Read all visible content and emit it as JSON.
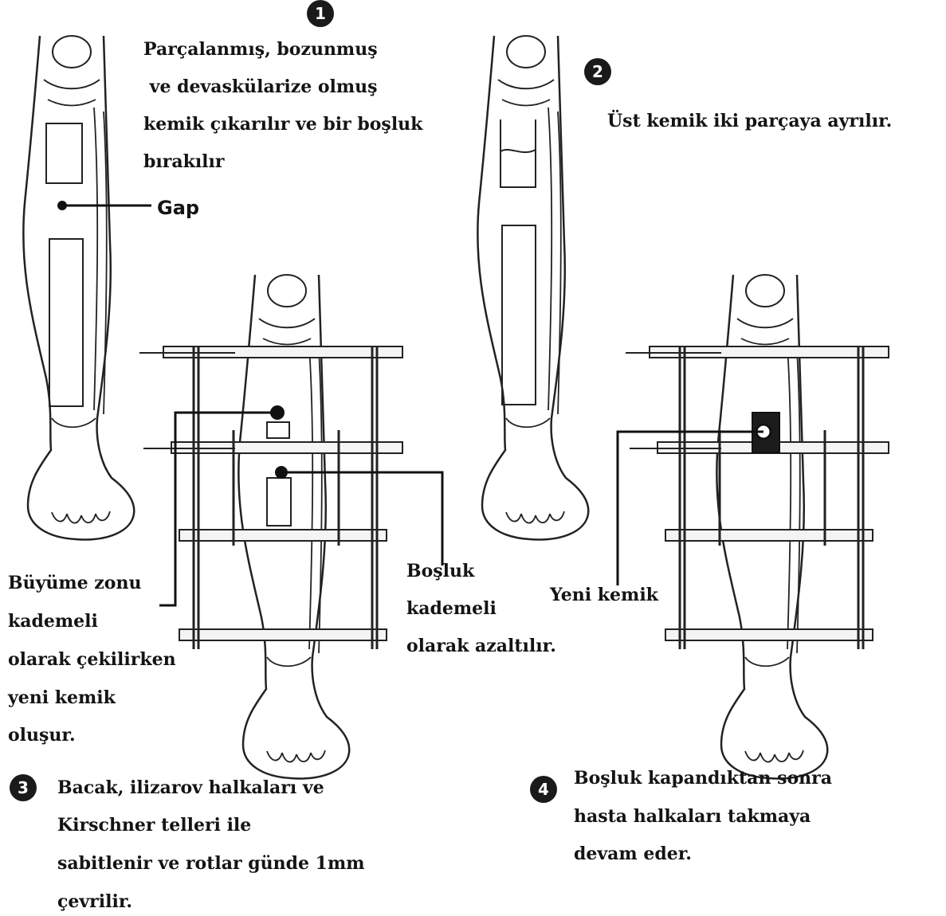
{
  "steps": [
    {
      "number": "1",
      "text_lines": [
        "Parçalanmış, bozunmuş",
        " ve devaskülarize olmuş",
        "kemik çıkarılır ve bir boşluk",
        "bırakılır"
      ]
    },
    {
      "number": "2",
      "text_lines": [
        "Üst kemik iki parçaya ayrılır."
      ]
    },
    {
      "number": "3",
      "text_lines": [
        "Bacak, ilizarov halkaları ve",
        "Kirschner telleri ile",
        "sabitlenir ve rotlar günde 1mm",
        "çevrilir."
      ]
    },
    {
      "number": "4",
      "text_lines": [
        "Boşluk kapandıktan sonra",
        "hasta halkaları takmaya",
        "devam eder."
      ]
    }
  ],
  "labels": {
    "gap": "Gap",
    "growth_zone": [
      "Büyüme zonu",
      "kademeli",
      "olarak çekilirken",
      "yeni kemik",
      "oluşur."
    ],
    "gap_reduced": [
      "Boşluk",
      "kademeli",
      "olarak azaltılır."
    ],
    "new_bone": "Yeni kemik"
  }
}
